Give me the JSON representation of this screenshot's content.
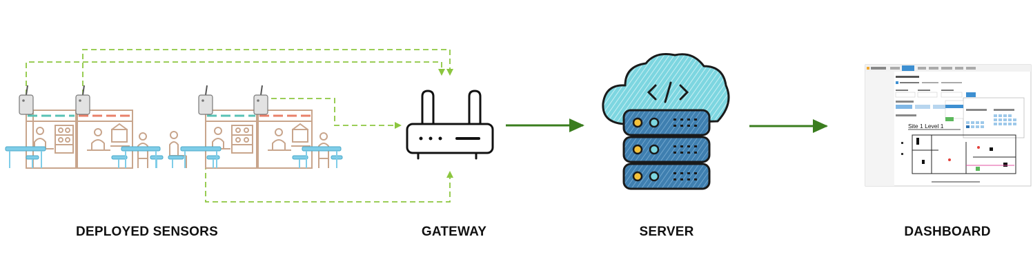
{
  "labels": {
    "sensors": "DEPLOYED SENSORS",
    "gateway": "GATEWAY",
    "server": "SERVER",
    "dashboard": "DASHBOARD"
  },
  "dashboard_screen": {
    "map_title": "Site 1 Level 1"
  },
  "icons": {
    "sensor": "sensor-device-icon",
    "gateway": "router-icon",
    "server": "cloud-server-icon",
    "dashboard": "dashboard-screenshot-icon"
  },
  "colors": {
    "wireless_link": "#8cc63f",
    "data_flow": "#3a7d1e",
    "desk_blue": "#7fcde8",
    "furniture_brown": "#c8a58c",
    "accent_teal": "#59c2b5",
    "accent_red": "#e8806a",
    "cloud_fill": "#7dd6e0",
    "server_fill": "#3f7fb0",
    "led_yellow": "#f3c23b"
  }
}
